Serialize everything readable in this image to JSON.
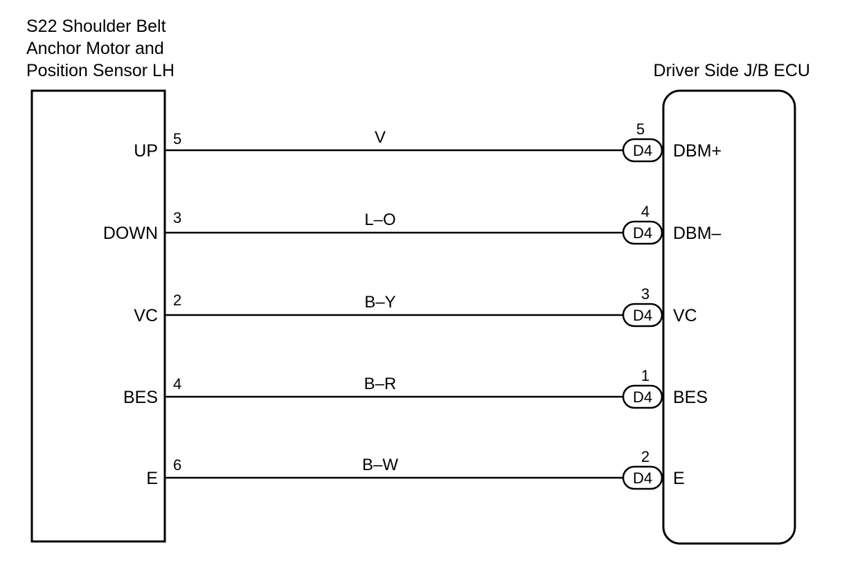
{
  "left_component": {
    "title_lines": [
      "S22 Shoulder Belt",
      "Anchor Motor and",
      "Position Sensor LH"
    ]
  },
  "right_component": {
    "title": "Driver Side J/B ECU"
  },
  "connections": [
    {
      "left_label": "UP",
      "left_pin": "5",
      "wire_color": "V",
      "connector": "D4",
      "right_pin": "5",
      "right_label": "DBM+"
    },
    {
      "left_label": "DOWN",
      "left_pin": "3",
      "wire_color": "L–O",
      "connector": "D4",
      "right_pin": "4",
      "right_label": "DBM–"
    },
    {
      "left_label": "VC",
      "left_pin": "2",
      "wire_color": "B–Y",
      "connector": "D4",
      "right_pin": "3",
      "right_label": "VC"
    },
    {
      "left_label": "BES",
      "left_pin": "4",
      "wire_color": "B–R",
      "connector": "D4",
      "right_pin": "1",
      "right_label": "BES"
    },
    {
      "left_label": "E",
      "left_pin": "6",
      "wire_color": "B–W",
      "connector": "D4",
      "right_pin": "2",
      "right_label": "E"
    }
  ]
}
